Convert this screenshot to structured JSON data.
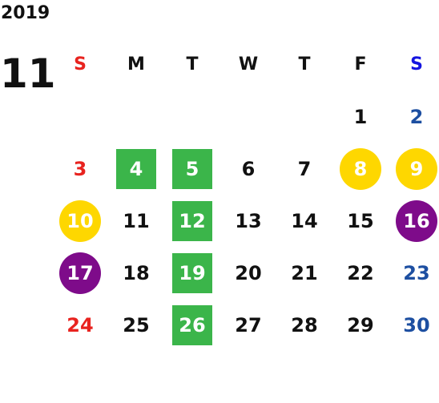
{
  "year": "2019",
  "month": "11",
  "colors": {
    "green": "#3bb54a",
    "yellow": "#fed700",
    "purple": "#7e0b8a",
    "red": "#e8231f",
    "blue": "#1d4fa1",
    "blue_header": "#1515e0"
  },
  "weekdays": [
    {
      "label": "S",
      "color": "red"
    },
    {
      "label": "M",
      "color": "black"
    },
    {
      "label": "T",
      "color": "black"
    },
    {
      "label": "W",
      "color": "black"
    },
    {
      "label": "T",
      "color": "black"
    },
    {
      "label": "F",
      "color": "black"
    },
    {
      "label": "S",
      "color": "blue-head"
    }
  ],
  "weeks": [
    [
      {
        "day": ""
      },
      {
        "day": ""
      },
      {
        "day": ""
      },
      {
        "day": ""
      },
      {
        "day": ""
      },
      {
        "day": "1",
        "color": "black"
      },
      {
        "day": "2",
        "color": "blue"
      }
    ],
    [
      {
        "day": "3",
        "color": "red"
      },
      {
        "day": "4",
        "color": "white",
        "marker": "green-square"
      },
      {
        "day": "5",
        "color": "white",
        "marker": "green-square"
      },
      {
        "day": "6",
        "color": "black"
      },
      {
        "day": "7",
        "color": "black"
      },
      {
        "day": "8",
        "color": "white",
        "marker": "yellow-circle"
      },
      {
        "day": "9",
        "color": "white",
        "marker": "yellow-circle"
      }
    ],
    [
      {
        "day": "10",
        "color": "white",
        "marker": "yellow-circle"
      },
      {
        "day": "11",
        "color": "black"
      },
      {
        "day": "12",
        "color": "white",
        "marker": "green-square"
      },
      {
        "day": "13",
        "color": "black"
      },
      {
        "day": "14",
        "color": "black"
      },
      {
        "day": "15",
        "color": "black"
      },
      {
        "day": "16",
        "color": "white",
        "marker": "purple-circle"
      }
    ],
    [
      {
        "day": "17",
        "color": "white",
        "marker": "purple-circle"
      },
      {
        "day": "18",
        "color": "black"
      },
      {
        "day": "19",
        "color": "white",
        "marker": "green-square"
      },
      {
        "day": "20",
        "color": "black"
      },
      {
        "day": "21",
        "color": "black"
      },
      {
        "day": "22",
        "color": "black"
      },
      {
        "day": "23",
        "color": "blue"
      }
    ],
    [
      {
        "day": "24",
        "color": "red"
      },
      {
        "day": "25",
        "color": "black"
      },
      {
        "day": "26",
        "color": "white",
        "marker": "green-square"
      },
      {
        "day": "27",
        "color": "black"
      },
      {
        "day": "28",
        "color": "black"
      },
      {
        "day": "29",
        "color": "black"
      },
      {
        "day": "30",
        "color": "blue"
      }
    ]
  ]
}
